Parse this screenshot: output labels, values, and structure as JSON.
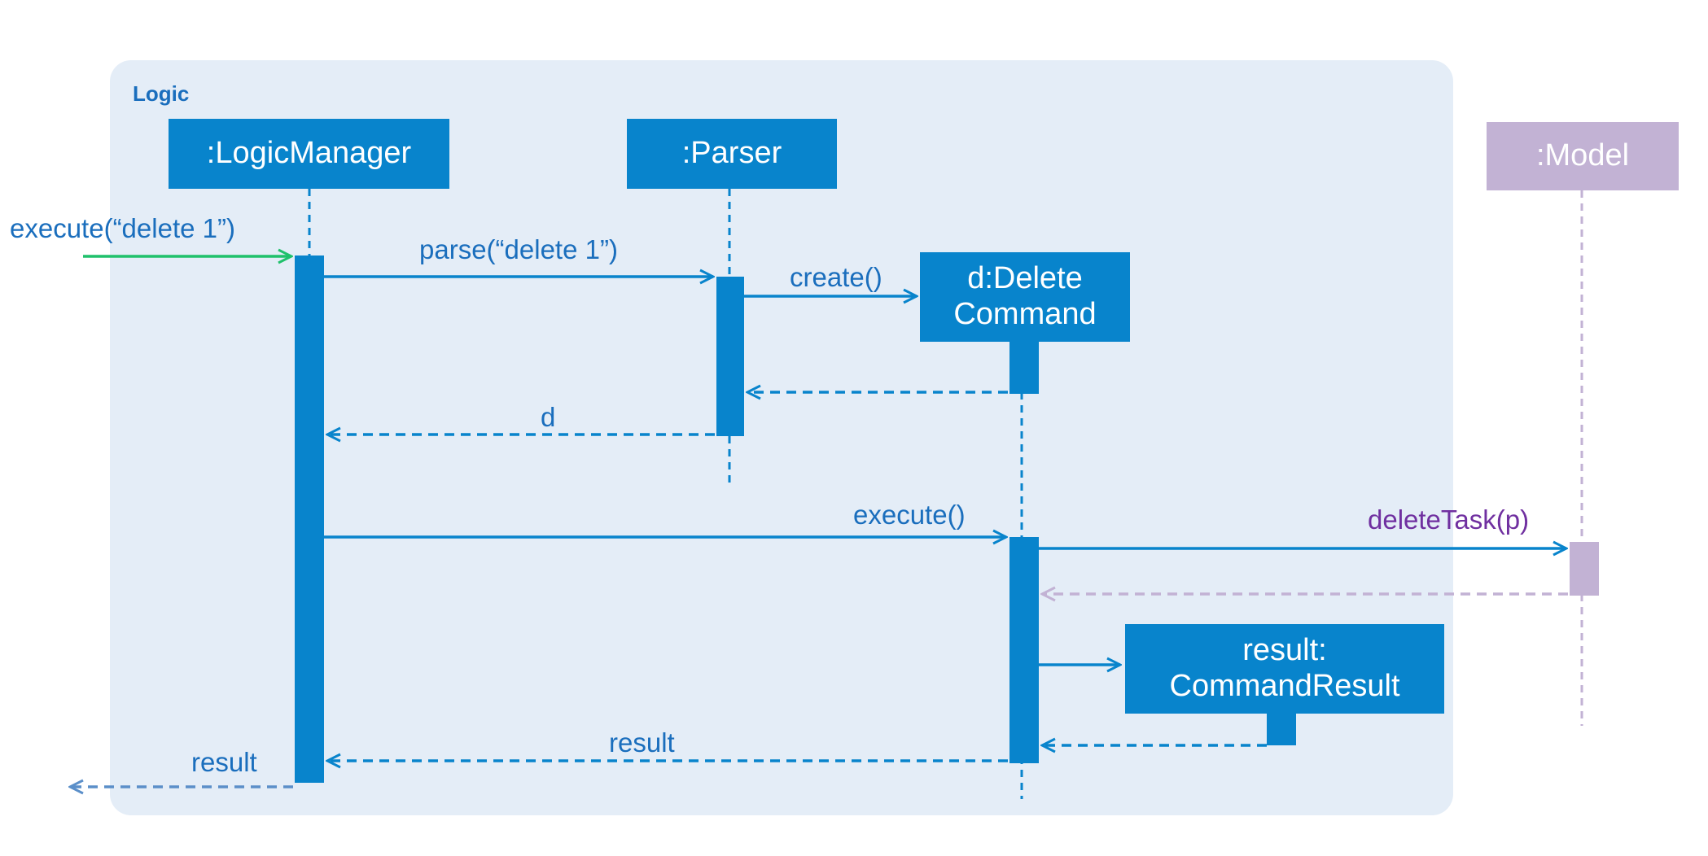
{
  "frame": {
    "label": "Logic"
  },
  "lifelines": {
    "logic_manager": ":LogicManager",
    "parser": ":Parser",
    "delete_command": "d:Delete\nCommand",
    "command_result": "result:\nCommandResult",
    "model": ":Model"
  },
  "messages": {
    "execute_in": "execute(“delete 1”)",
    "parse": "parse(“delete 1”)",
    "create": "create()",
    "return_d": "d",
    "execute": "execute()",
    "delete_task": "deleteTask(p)",
    "return_result": "result",
    "result_out": "result"
  },
  "colors": {
    "primary_blue": "#0884cc",
    "model_purple": "#c2b2d4",
    "message_purple": "#7030a0",
    "found_message_green": "#1fc16b",
    "frame_bg": "#e4edf7"
  }
}
